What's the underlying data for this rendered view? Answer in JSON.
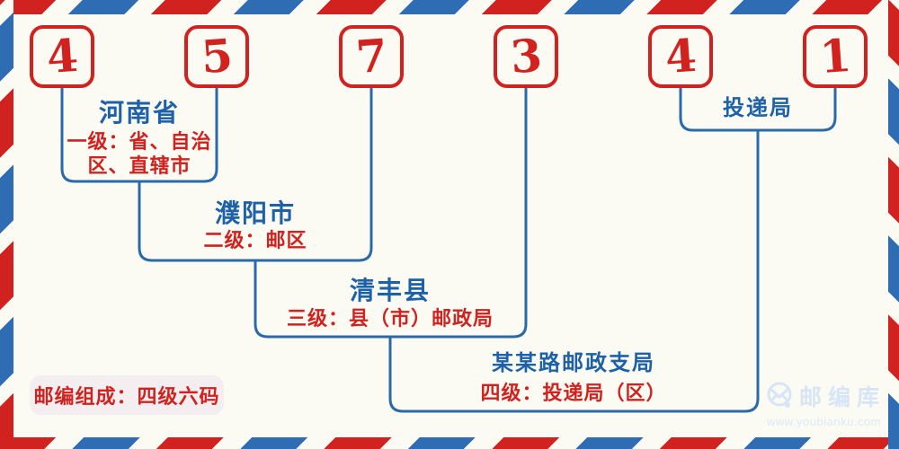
{
  "postal_code": {
    "digits": [
      "4",
      "5",
      "7",
      "3",
      "4",
      "1"
    ]
  },
  "annotations": {
    "level1": {
      "title": "河南省",
      "subtitle": "一级：省、自治区、直辖市"
    },
    "level2": {
      "title": "濮阳市",
      "subtitle": "二级：邮区"
    },
    "level3": {
      "title": "清丰县",
      "subtitle": "三级：县（市）邮政局"
    },
    "level4": {
      "title": "某某路邮政支局",
      "subtitle": "四级：投递局（区）"
    },
    "delivery": {
      "title": "投递局"
    }
  },
  "badge": {
    "label": "邮编组成：四级六码"
  },
  "watermark": {
    "site_name": "邮编库",
    "site_url": "www.youbianku.com",
    "logo_icon": "envelope-circle-icon"
  },
  "colors": {
    "red": "#d1221f",
    "line_blue": "#2b6aa9",
    "title_blue": "#1d61a8",
    "stripe_blue": "#2e6cb4",
    "background": "#fbfaf3",
    "badge_background": "#f5eef0",
    "watermark_blue": "#d7e5f7"
  }
}
